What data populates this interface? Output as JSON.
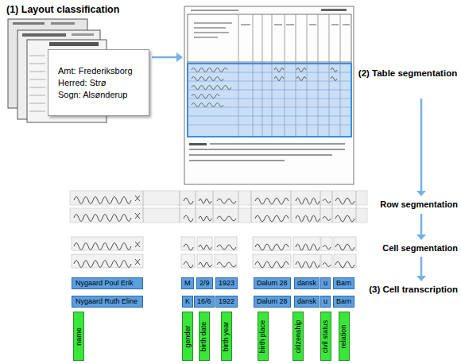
{
  "diagram": {
    "nodes": [
      {
        "text": [
          "Amt: Frederiksborg",
          "Herred: Strø",
          "Sogn: Alsønderup"
        ]
      },
      {
        "text": [
          "Nygaard Poul Erik"
        ]
      },
      {
        "text": [
          "M"
        ]
      },
      {
        "text": [
          "2/9"
        ]
      },
      {
        "text": [
          "1923"
        ]
      },
      {
        "text": [
          "Dalum 28"
        ]
      },
      {
        "text": [
          "dansk"
        ]
      },
      {
        "text": [
          "u"
        ]
      },
      {
        "text": [
          "Barn"
        ]
      },
      {
        "text": [
          "Nygaard Ruth Eline"
        ]
      },
      {
        "text": [
          "K"
        ]
      },
      {
        "text": [
          "16/6"
        ]
      },
      {
        "text": [
          "1922"
        ]
      },
      {
        "text": [
          "Dalum 28"
        ]
      },
      {
        "text": [
          "dansk"
        ]
      },
      {
        "text": [
          "u"
        ]
      },
      {
        "text": [
          "Barn"
        ]
      },
      {
        "text": [
          "name"
        ]
      },
      {
        "text": [
          "gender"
        ]
      },
      {
        "text": [
          "birth date"
        ]
      },
      {
        "text": [
          "birth year"
        ]
      },
      {
        "text": [
          "birth place"
        ]
      },
      {
        "text": [
          "citizenship"
        ]
      },
      {
        "text": [
          "civil status"
        ]
      },
      {
        "text": [
          "relation"
        ]
      }
    ],
    "labels": [
      "(1) Layout classification",
      "(2) Table segmentation",
      "Row segmentation",
      "Cell segmentation",
      "(3) Cell transcription"
    ]
  }
}
